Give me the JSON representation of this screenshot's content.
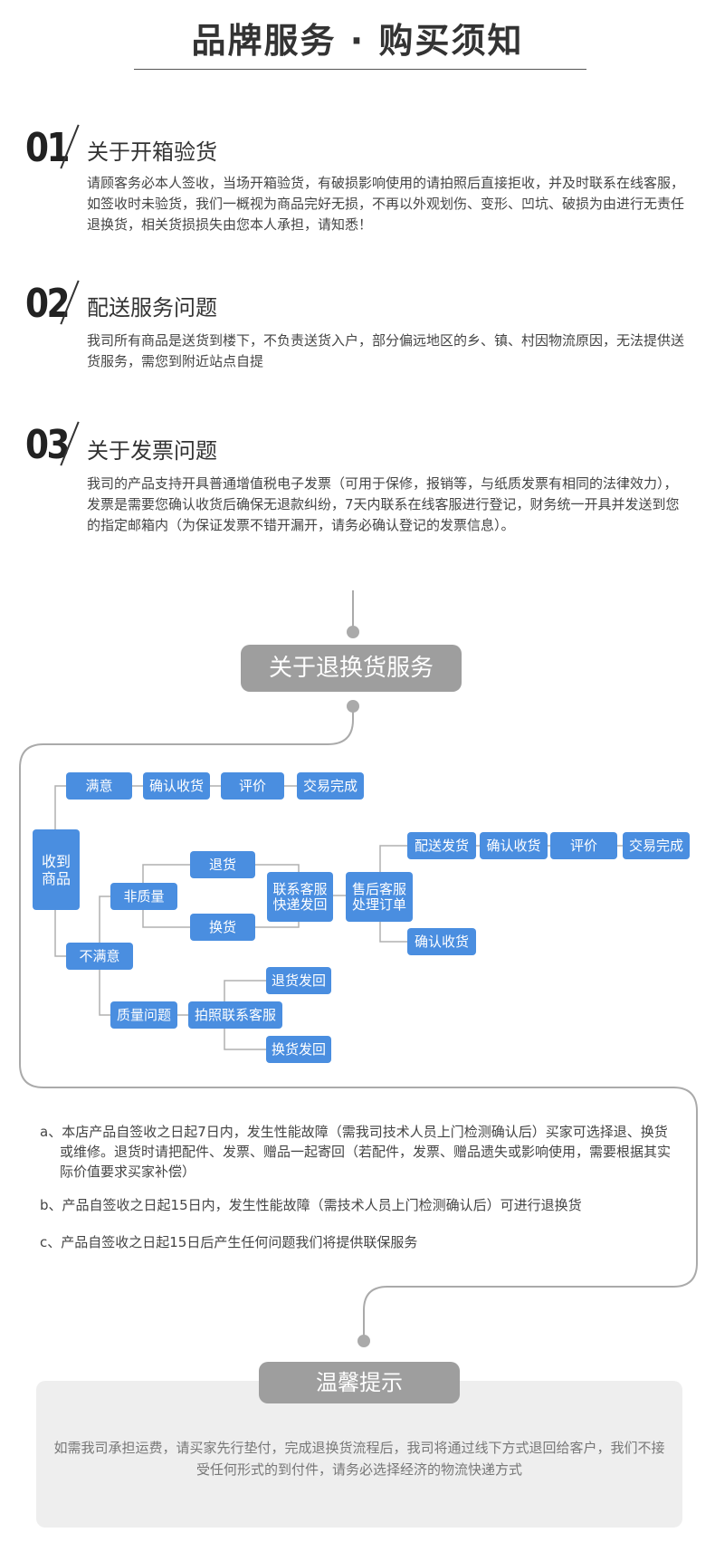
{
  "header": {
    "title": "品牌服务 · 购买须知"
  },
  "sections": [
    {
      "number": "01",
      "title": "关于开箱验货",
      "body": "请顾客务必本人签收，当场开箱验货，有破损影响使用的请拍照后直接拒收，并及时联系在线客服，如签收时未验货，我们一概视为商品完好无损，不再以外观划伤、变形、凹坑、破损为由进行无责任退换货，相关货损损失由您本人承担，请知悉！"
    },
    {
      "number": "02",
      "title": "配送服务问题",
      "body": "我司所有商品是送货到楼下，不负责送货入户，部分偏远地区的乡、镇、村因物流原因，无法提供送货服务，需您到附近站点自提"
    },
    {
      "number": "03",
      "title": "关于发票问题",
      "body": "我司的产品支持开具普通增值税电子发票（可用于保修，报销等，与纸质发票有相同的法律效力），发票是需要您确认收货后确保无退款纠纷，7天内联系在线客服进行登记，财务统一开具并发送到您的指定邮箱内（为保证发票不错开漏开，请务必确认登记的发票信息）。"
    }
  ],
  "flow": {
    "title": "关于退换货服务",
    "nodes": {
      "receive": "收到\n商品",
      "satisfied": "满意",
      "confirm1": "确认收货",
      "review1": "评价",
      "done1": "交易完成",
      "unsatisfied": "不满意",
      "non_quality": "非质量",
      "return": "退货",
      "exchange": "换货",
      "contact_cs": "联系客服\n快递发回",
      "after_sales": "售后客服\n处理订单",
      "ship": "配送发货",
      "confirm2": "确认收货",
      "review2": "评价",
      "done2": "交易完成",
      "confirm3": "确认收货",
      "quality": "质量问题",
      "photo_cs": "拍照联系客服",
      "return_back": "退货发回",
      "exchange_back": "换货发回"
    }
  },
  "notes": [
    "a、本店产品自签收之日起7日内，发生性能故障（需我司技术人员上门检测确认后）买家可选择退、换货或维修。退货时请把配件、发票、赠品一起寄回（若配件，发票、赠品遗失或影响使用，需要根据其实际价值要求买家补偿）",
    "b、产品自签收之日起15日内，发生性能故障（需技术人员上门检测确认后）可进行退换货",
    "c、产品自签收之日起15日后产生任何问题我们将提供联保服务"
  ],
  "warm_tip": {
    "title": "温馨提示",
    "body": "如需我司承担运费，请买家先行垫付，完成退换货流程后，我司将通过线下方式退回给客户，我们不接受任何形式的到付件，请务必选择经济的物流快递方式"
  },
  "colors": {
    "node_blue": "#4a8ee0",
    "pill_gray": "#9e9e9e",
    "line_gray": "#aaaaaa"
  }
}
